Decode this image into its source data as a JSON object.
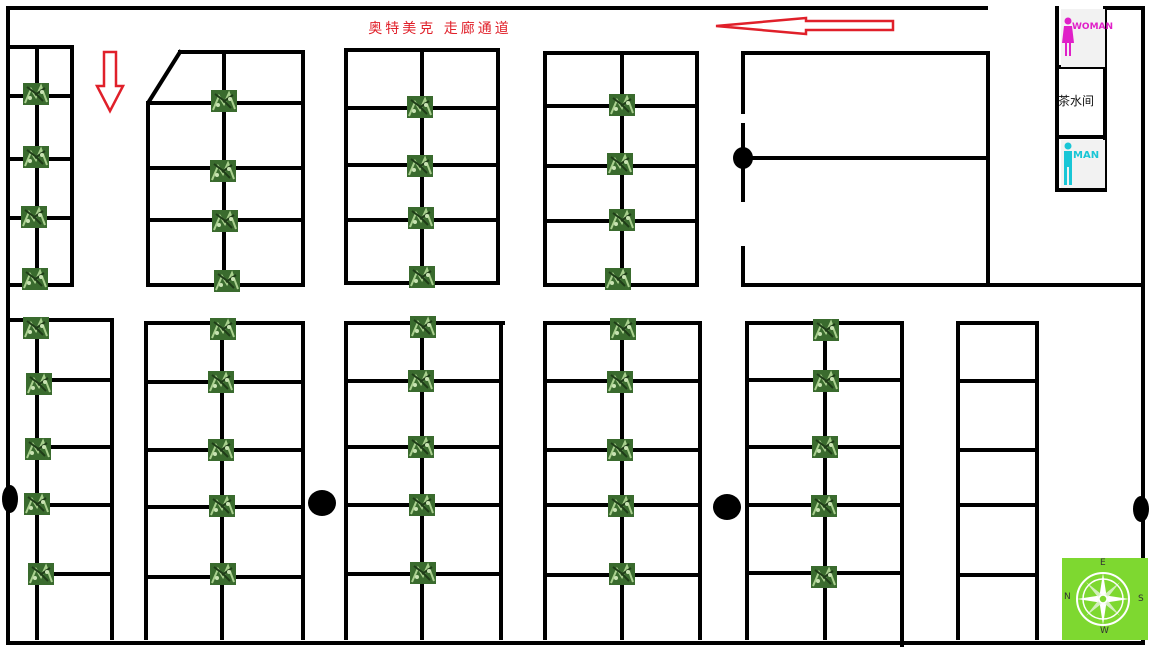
{
  "corridor": {
    "label": "奥特美克  走廊通道",
    "color": "#e0202a"
  },
  "restrooms": {
    "woman": {
      "label": "WOMAN",
      "color": "#e020c8"
    },
    "tea_room": {
      "label": "茶水间"
    },
    "man": {
      "label": "MAN",
      "color": "#19c6d6"
    }
  },
  "compass": {
    "north": "N",
    "east": "E",
    "south": "S",
    "west": "W",
    "color": "#7ed830"
  },
  "colors": {
    "wall": "#000000",
    "arrow": "#e0202a",
    "plant": "#3a6b2e"
  },
  "icons": {
    "plant": "plant-icon",
    "pillar": "pillar-icon",
    "arrow": "direction-arrow-icon"
  }
}
